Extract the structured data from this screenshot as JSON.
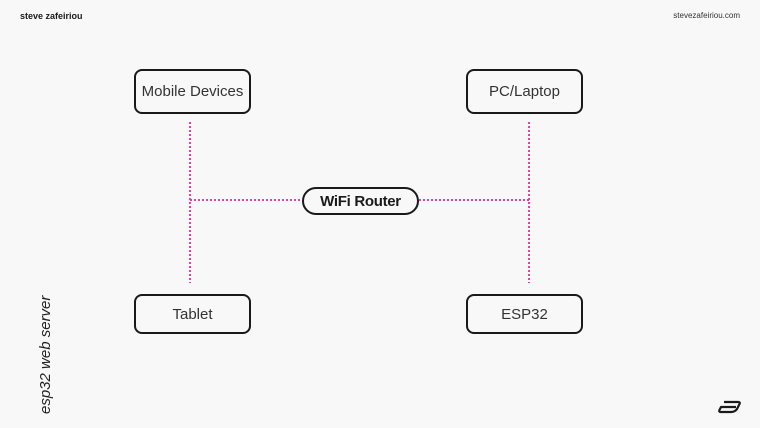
{
  "header": {
    "brand": "steve zafeiriou",
    "site": "stevezafeiriou.com"
  },
  "sidebar_title": "esp32 web server",
  "diagram": {
    "nodes": {
      "mobile": "Mobile Devices",
      "pc": "PC/Laptop",
      "tablet": "Tablet",
      "esp32": "ESP32",
      "router": "WiFi Router"
    },
    "edges": [
      [
        "Mobile Devices",
        "WiFi Router"
      ],
      [
        "Tablet",
        "WiFi Router"
      ],
      [
        "PC/Laptop",
        "WiFi Router"
      ],
      [
        "ESP32",
        "WiFi Router"
      ]
    ],
    "connector_color": "#e040b0"
  },
  "logo": "logo-icon"
}
